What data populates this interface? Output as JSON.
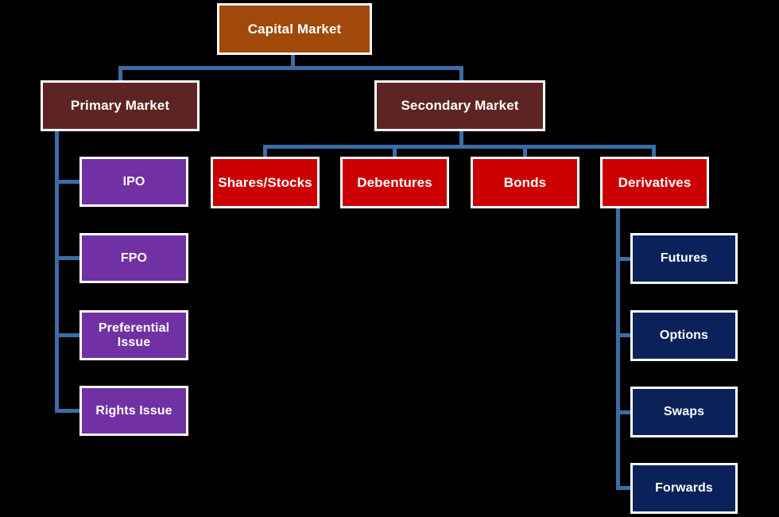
{
  "diagram": {
    "title": "Capital Market classification tree",
    "background_color": "#000000",
    "connector_color": "#3c6da6",
    "root": {
      "label": "Capital Market",
      "color": "#a0490a"
    },
    "branches": [
      {
        "label": "Primary Market",
        "color": "#5e2424"
      },
      {
        "label": "Secondary Market",
        "color": "#5e2424"
      }
    ],
    "primary_children": [
      {
        "label": "IPO",
        "color": "#7130a3"
      },
      {
        "label": "FPO",
        "color": "#7130a3"
      },
      {
        "label": "Preferential\nIssue",
        "color": "#7130a3"
      },
      {
        "label": "Rights Issue",
        "color": "#7130a3"
      }
    ],
    "secondary_children": [
      {
        "label": "Shares/Stocks",
        "color": "#cc0000"
      },
      {
        "label": "Debentures",
        "color": "#cc0000"
      },
      {
        "label": "Bonds",
        "color": "#cc0000"
      },
      {
        "label": "Derivatives",
        "color": "#cc0000"
      }
    ],
    "derivatives_children": [
      {
        "label": "Futures",
        "color": "#0a2259"
      },
      {
        "label": "Options",
        "color": "#0a2259"
      },
      {
        "label": "Swaps",
        "color": "#0a2259"
      },
      {
        "label": "Forwards",
        "color": "#0a2259"
      }
    ]
  }
}
